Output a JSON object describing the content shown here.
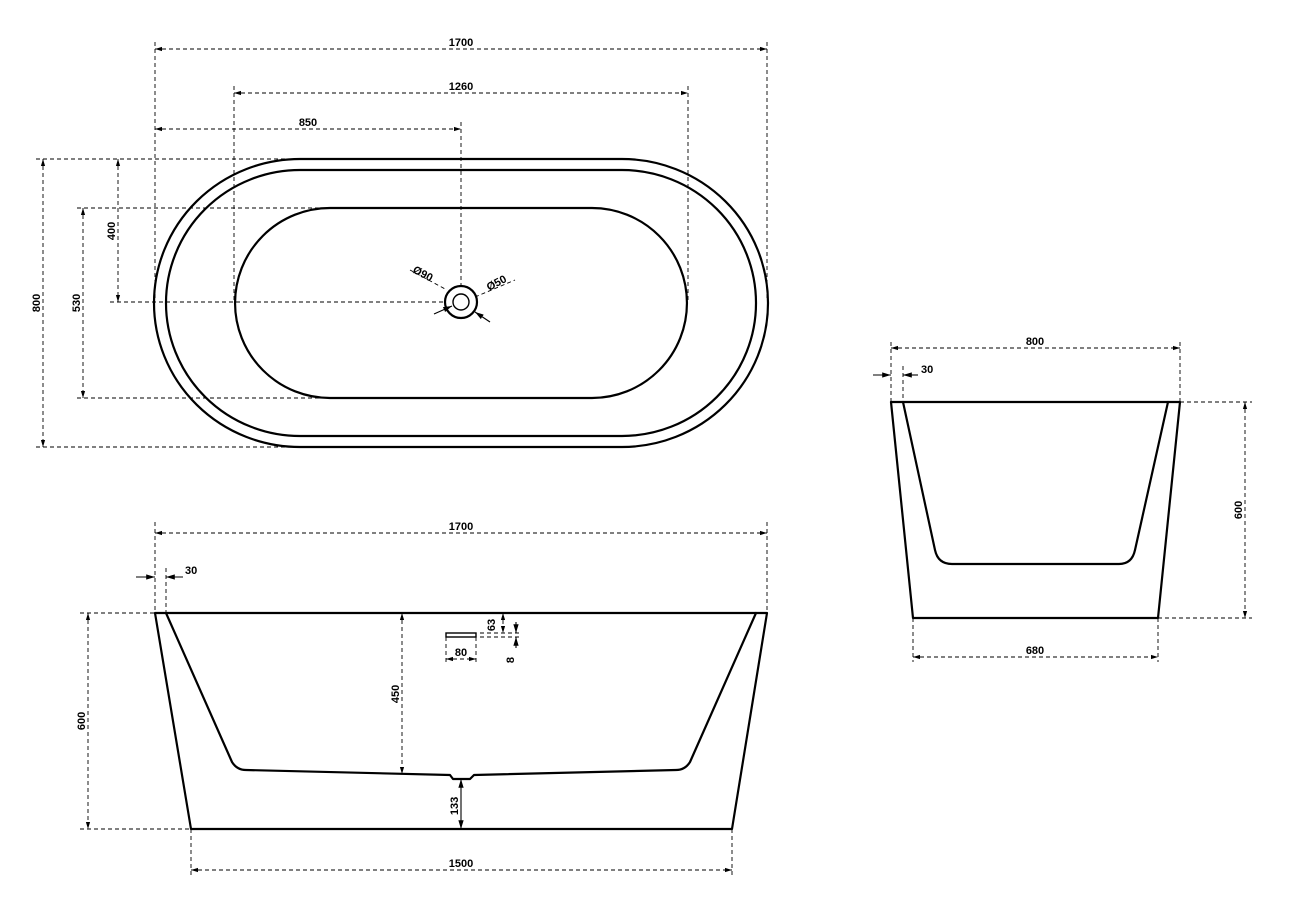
{
  "top_view": {
    "length_overall": "1700",
    "inner_length": "1260",
    "drain_offset": "850",
    "width_overall": "800",
    "inner_width": "530",
    "drain_center": "400",
    "drain_outer_dia": "Ø90",
    "drain_inner_dia": "Ø50"
  },
  "side_view": {
    "top_length": "1700",
    "rim_thickness": "30",
    "height": "600",
    "inner_depth": "450",
    "bottom_thickness": "133",
    "overflow_width": "80",
    "overflow_height": "63",
    "overflow_gap": "8",
    "base_length": "1500"
  },
  "end_view": {
    "top_width": "800",
    "rim_thickness": "30",
    "height": "600",
    "base_width": "680"
  }
}
